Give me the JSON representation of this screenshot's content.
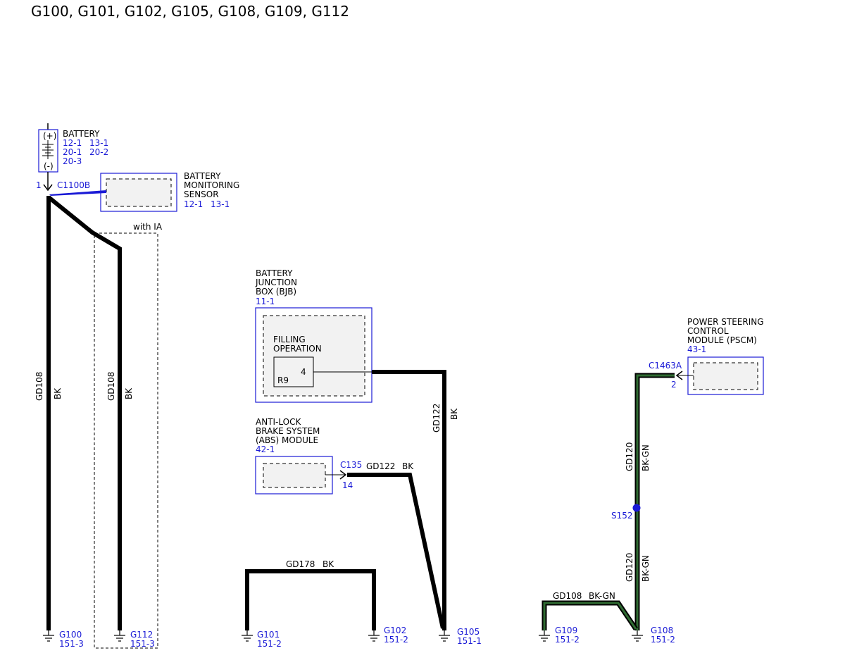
{
  "page": {
    "title": "G100, G101, G102, G105, G108, G109, G112"
  },
  "colors": {
    "blue": "#1a1ad6",
    "wire": "#000000",
    "green": "#2f6b32",
    "box_fill": "#f2f2f2"
  },
  "battery": {
    "label": "BATTERY",
    "plus": "(+)",
    "minus": "(-)",
    "refs": [
      "12-1",
      "13-1",
      "20-1",
      "20-2",
      "20-3"
    ],
    "pin": "1",
    "connector": "C1100B"
  },
  "battery_monitoring_sensor": {
    "label_lines": [
      "BATTERY",
      "MONITORING",
      "SENSOR"
    ],
    "refs": [
      "12-1",
      "13-1"
    ]
  },
  "ia_option": {
    "label": "with IA"
  },
  "bjb": {
    "label_lines": [
      "BATTERY",
      "JUNCTION",
      "BOX (BJB)"
    ],
    "ref": "11-1",
    "inner_lines": [
      "FILLING",
      "OPERATION"
    ],
    "component": "R9",
    "pin": "4"
  },
  "abs": {
    "label_lines": [
      "ANTI-LOCK",
      "BRAKE SYSTEM",
      "(ABS) MODULE"
    ],
    "ref": "42-1",
    "connector": "C135",
    "pin": "14"
  },
  "pscm": {
    "label_lines": [
      "POWER STEERING",
      "CONTROL",
      "MODULE (PSCM)"
    ],
    "ref": "43-1",
    "connector": "C1463A",
    "pin": "2"
  },
  "splice": {
    "label": "S152"
  },
  "wires": {
    "w1": {
      "circuit": "GD108",
      "color": "BK"
    },
    "w2": {
      "circuit": "GD108",
      "color": "BK"
    },
    "w3": {
      "circuit": "GD178",
      "color": "BK"
    },
    "w4": {
      "circuit": "GD122",
      "color": "BK"
    },
    "w5": {
      "circuit": "GD122",
      "color": "BK"
    },
    "w6": {
      "circuit": "GD120",
      "color": "BK-GN"
    },
    "w7": {
      "circuit": "GD120",
      "color": "BK-GN"
    },
    "w8": {
      "circuit": "GD108",
      "color": "BK-GN"
    }
  },
  "grounds": {
    "g100": {
      "name": "G100",
      "ref": "151-3"
    },
    "g112": {
      "name": "G112",
      "ref": "151-3"
    },
    "g101": {
      "name": "G101",
      "ref": "151-2"
    },
    "g102": {
      "name": "G102",
      "ref": "151-2"
    },
    "g105": {
      "name": "G105",
      "ref": "151-1"
    },
    "g109": {
      "name": "G109",
      "ref": "151-2"
    },
    "g108": {
      "name": "G108",
      "ref": "151-2"
    }
  }
}
